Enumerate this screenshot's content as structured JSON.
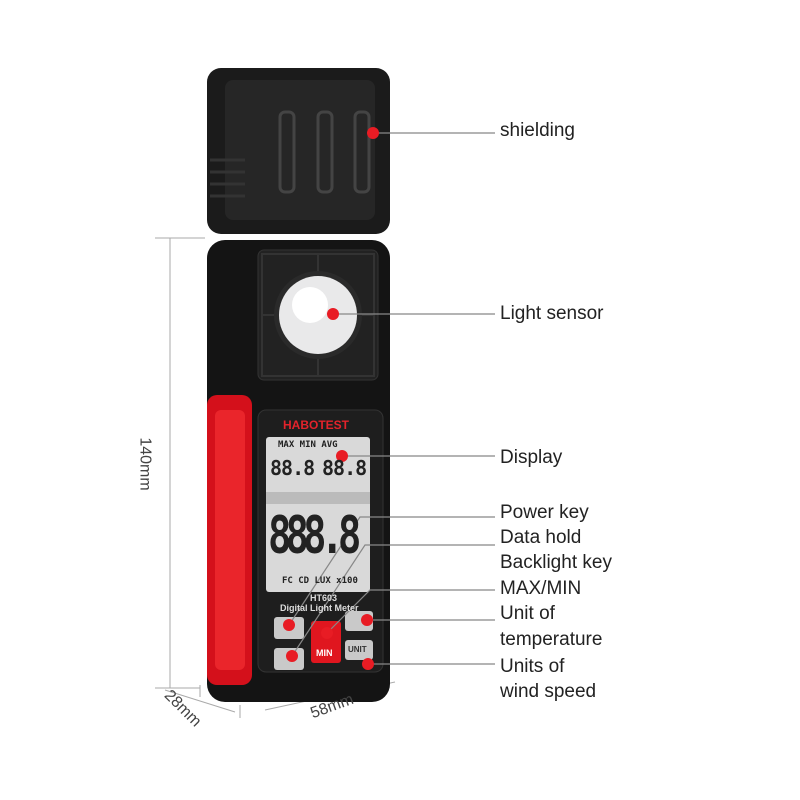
{
  "device": {
    "brand": "HABOTEST",
    "model": "HT603",
    "name": "Digital Light Meter",
    "lcd": {
      "top_row": "MAX MIN AVG",
      "small_digits_left": "88.8",
      "small_digits_right": "88.8",
      "main_digits": "888.8",
      "units_row": "FC CD LUX x100"
    },
    "buttons": {
      "min_label": "MIN",
      "unit_label": "UNIT"
    }
  },
  "callouts": [
    {
      "label": "shielding"
    },
    {
      "label": "Light sensor"
    },
    {
      "label": "Display"
    },
    {
      "label": "Power key"
    },
    {
      "label": "Data hold"
    },
    {
      "label": "Backlight key"
    },
    {
      "label": "MAX/MIN"
    },
    {
      "label": "Unit of"
    },
    {
      "label": "temperature"
    },
    {
      "label": "Units of"
    },
    {
      "label": "wind speed"
    }
  ],
  "dimensions": {
    "height": "140mm",
    "depth": "28mm",
    "width": "58mm"
  },
  "colors": {
    "accent": "#e8202a",
    "body": "#1a1a1a"
  }
}
